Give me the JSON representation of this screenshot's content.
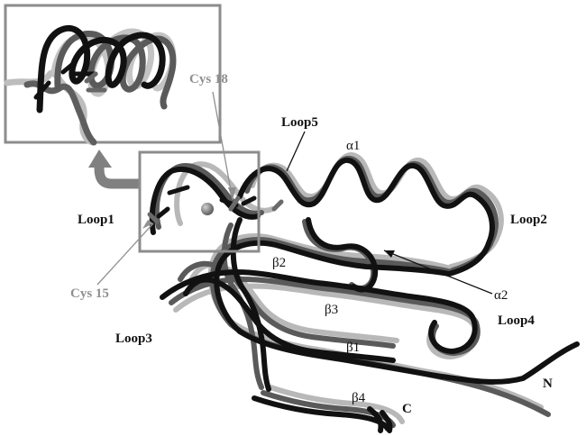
{
  "labels": {
    "loop5": "Loop5",
    "alpha1": "α1",
    "cys18": "Cys 18",
    "loop1": "Loop1",
    "loop2": "Loop2",
    "beta2": "β2",
    "cys15": "Cys 15",
    "alpha2": "α2",
    "beta3": "β3",
    "loop4": "Loop4",
    "loop3": "Loop3",
    "beta1": "β1",
    "n_term": "N",
    "beta4": "β4",
    "c_term": "C"
  },
  "colors": {
    "black_trace": "#111111",
    "dark_gray_trace": "#555555",
    "light_gray_trace": "#b8b8b8",
    "box": "#8c8c8c",
    "gray_label": "#909090",
    "arrow": "#808080",
    "sphere": "#7a7a7a"
  }
}
